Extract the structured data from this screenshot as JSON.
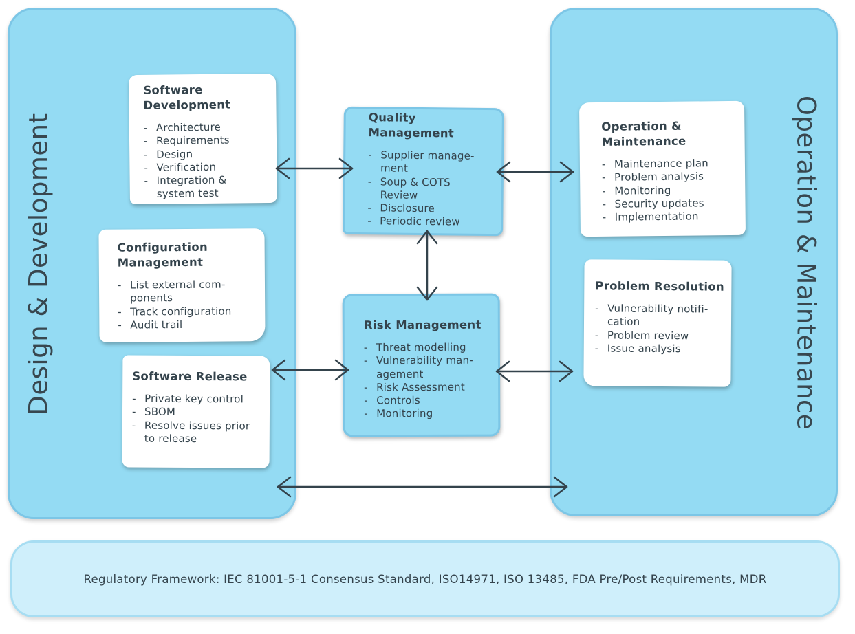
{
  "left_panel": {
    "label": "Design & Development"
  },
  "right_panel": {
    "label": "Operation & Maintenance"
  },
  "software_development": {
    "title": "Software Development",
    "items": [
      "Architecture",
      "Requirements",
      "Design",
      "Verification",
      "Integration & system test"
    ]
  },
  "configuration_management": {
    "title": "Configuration Management",
    "items": [
      "List external com-ponents",
      "Track configuration",
      "Audit trail"
    ]
  },
  "software_release": {
    "title": "Software Release",
    "items": [
      "Private key control",
      "SBOM",
      "Resolve issues prior to release"
    ]
  },
  "quality_management": {
    "title": "Quality Management",
    "items": [
      "Supplier manage-ment",
      "Soup & COTS Review",
      "Disclosure",
      "Periodic review"
    ]
  },
  "risk_management": {
    "title": "Risk Management",
    "items": [
      "Threat modelling",
      "Vulnerability man-agement",
      "Risk Assessment",
      "Controls",
      "Monitoring"
    ]
  },
  "operation_maintenance": {
    "title": "Operation & Maintenance",
    "items": [
      "Maintenance plan",
      "Problem analysis",
      "Monitoring",
      "Security updates",
      "Implementation"
    ]
  },
  "problem_resolution": {
    "title": "Problem Resolution",
    "items": [
      "Vulnerability notifi-cation",
      "Problem review",
      "Issue analysis"
    ]
  },
  "regulatory_framework": {
    "text": "Regulatory Framework: IEC 81001-5-1 Consensus Standard, ISO14971, ISO 13485, FDA Pre/Post Requirements, MDR"
  },
  "colors": {
    "panel_fill": "#94dbf3",
    "panel_border": "#7cc6e6",
    "framework_fill": "#cfeffb",
    "text": "#34434c",
    "arrow": "#34434c"
  }
}
